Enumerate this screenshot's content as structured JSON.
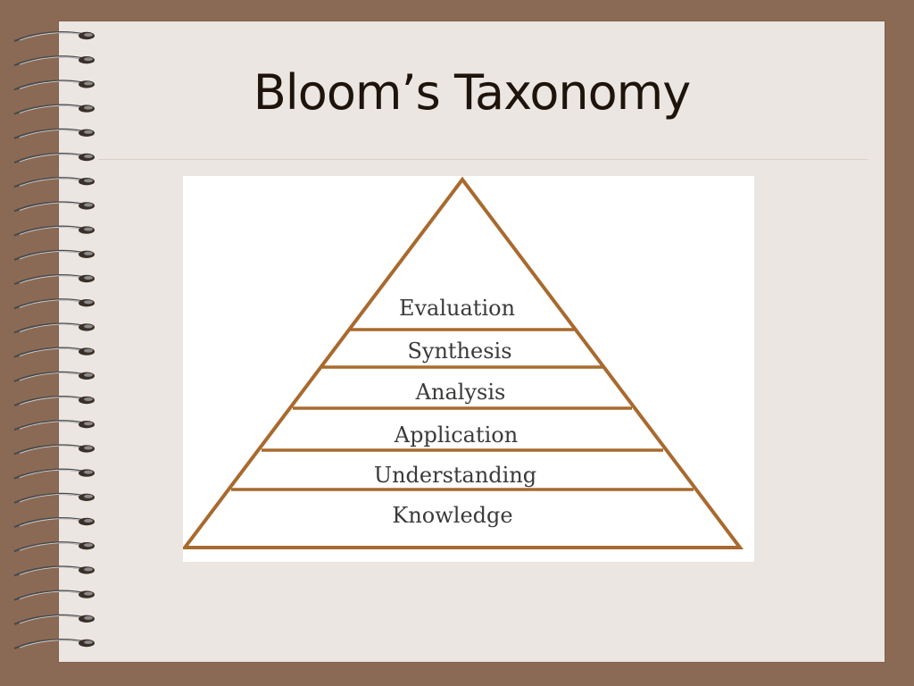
{
  "slide": {
    "title": "Bloom’s Taxonomy"
  },
  "pyramid": {
    "levels": [
      "Evaluation",
      "Synthesis",
      "Analysis",
      "Application",
      "Understanding",
      "Knowledge"
    ],
    "stroke_color": "#a86a2e"
  },
  "colors": {
    "frame": "#8b6a55",
    "page": "#ebe6e1",
    "title": "#1e140c"
  }
}
